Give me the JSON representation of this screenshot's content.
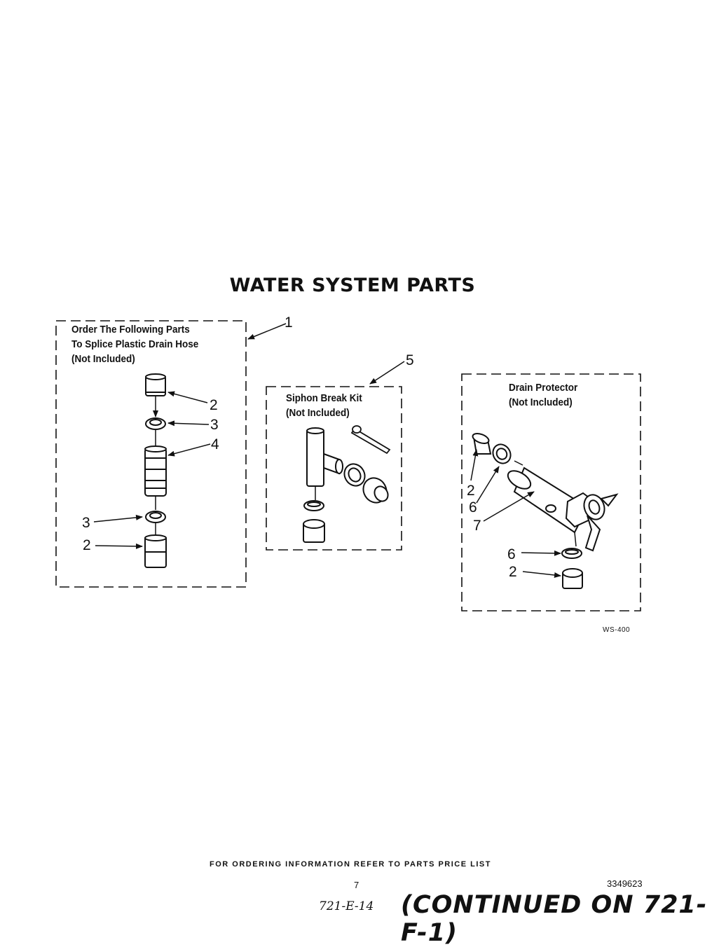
{
  "title": "WATER SYSTEM PARTS",
  "groups": [
    {
      "label_lines": [
        "Order The Following Parts",
        "To Splice Plastic Drain Hose",
        "(Not Included)"
      ]
    },
    {
      "label_lines": [
        "Siphon Break Kit",
        "(Not Included)"
      ]
    },
    {
      "label_lines": [
        "Drain Protector",
        "(Not Included)"
      ]
    }
  ],
  "callouts": {
    "g1_group": "1",
    "g1_a": "2",
    "g1_b": "3",
    "g1_c": "4",
    "g1_d": "3",
    "g1_e": "2",
    "g2_group": "5",
    "g3_a": "2",
    "g3_b": "6",
    "g3_c": "7",
    "g3_d": "6",
    "g3_e": "2"
  },
  "figure_code": "WS-400",
  "footer": {
    "ordering_note": "FOR ORDERING INFORMATION REFER TO PARTS PRICE LIST",
    "page_number": "7",
    "doc_number": "3349623",
    "handwritten_ref": "721-E-14",
    "continued_note": "(CONTINUED ON 721-F-1)"
  }
}
